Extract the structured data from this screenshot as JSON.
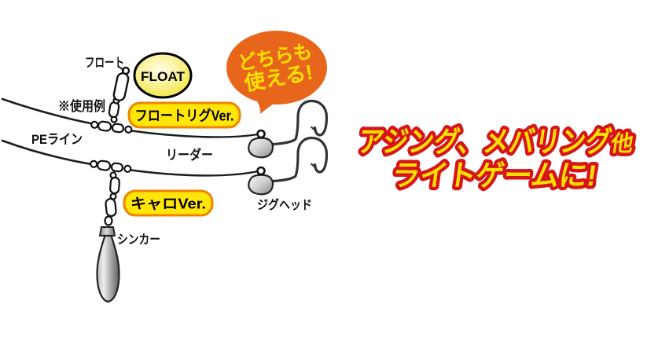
{
  "colors": {
    "background": "#FFFFFF",
    "line": "#1C1C1C",
    "badge_fill": "#FFE608",
    "badge_border": "#F08300",
    "bubble_fill": "#E8651C",
    "bubble_text": "#FFE100",
    "float_oval_fill": "#F0E433",
    "headline_fill": "#FFE100",
    "headline_outline": "#D61518",
    "metal_gray": "#9A9A9A"
  },
  "diagram": {
    "float_label": "フロート",
    "float_badge": "FLOAT",
    "usage_note": "※使用例",
    "pe_line_label": "PEライン",
    "leader_label": "リーダー",
    "jig_head_label": "ジグヘッド",
    "sinker_label": "シンカー",
    "float_rig_badge": "フロートリグVer.",
    "caro_rig_badge": "キャロVer.",
    "bubble_line1": "どちらも",
    "bubble_line2": "使える!"
  },
  "headline": {
    "line1_main": "アジング、メバリング",
    "line1_suffix": "他",
    "line2": "ライトゲームに!"
  }
}
